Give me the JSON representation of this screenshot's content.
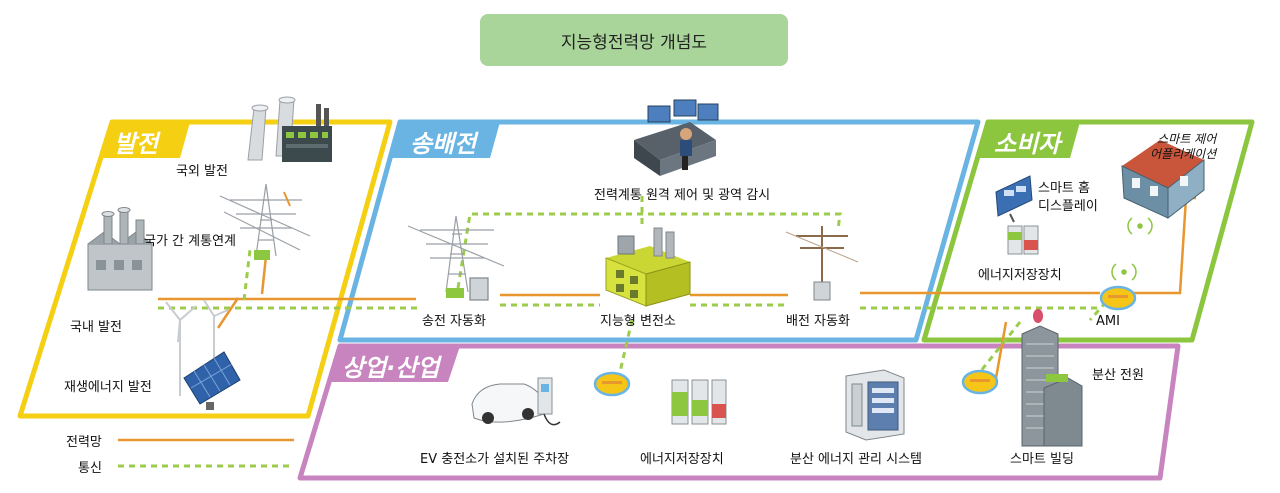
{
  "title": "지능형전력망 개념도",
  "sections": {
    "generation": "발전",
    "transmission": "송배전",
    "consumer": "소비자",
    "commerce": "상업·산업"
  },
  "labels": {
    "overseas_power": "국외 발전",
    "interconnection": "국가 간 계통연계",
    "domestic_power": "국내 발전",
    "renewable_power": "재생에너지 발전",
    "remote_control": "전력계통 원격 제어 및 광역 감시",
    "transmission_auto": "송전 자동화",
    "smart_substation": "지능형 변전소",
    "distribution_auto": "배전 자동화",
    "smart_home_display": "스마트 홈\n디스플레이",
    "smart_control_app": "스마트 제어\n어플리케이션",
    "consumer_ess": "에너지저장장치",
    "ami": "AMI",
    "distributed_power": "분산 전원",
    "ev_parking": "EV 충전소가 설치된 주차장",
    "commerce_ess": "에너지저장장치",
    "dems": "분산 에너지 관리 시스템",
    "smart_building": "스마트 빌딩"
  },
  "legend": {
    "power_grid": "전력망",
    "communication": "통신"
  },
  "colors": {
    "generation": "#f5cf12",
    "transmission": "#6ab4e4",
    "consumer": "#8cc63e",
    "commerce": "#c784bf",
    "power_line": "#e8962e",
    "comm_line": "#9ccc4a",
    "title_bg": "#a9d59a"
  }
}
